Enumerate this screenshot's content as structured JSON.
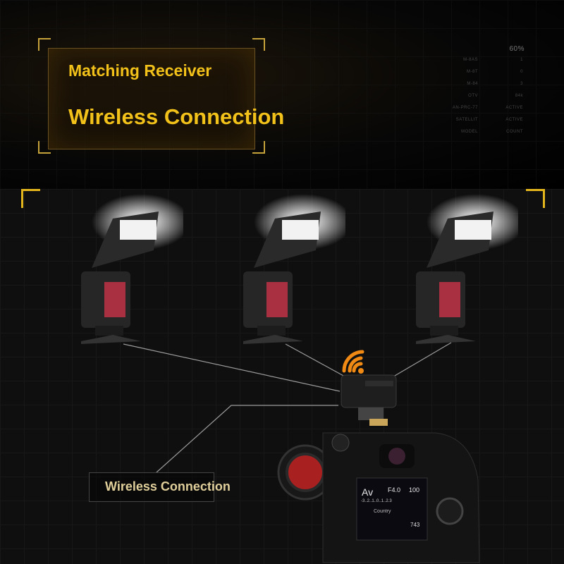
{
  "header": {
    "line1": "Matching Receiver",
    "line2": "Wireless Connection"
  },
  "hud": {
    "percent": "60%",
    "rows": [
      {
        "label": "M-8AS",
        "value": "1"
      },
      {
        "label": "M-8T",
        "value": "0"
      },
      {
        "label": "M-84",
        "value": "3"
      },
      {
        "label": "OTV",
        "value": "84k"
      },
      {
        "label": "AN-PRC-77",
        "value": "ACTIVE"
      },
      {
        "label": "SATELLIT",
        "value": "ACTIVE"
      },
      {
        "label": "MODEL",
        "value": "COUNT"
      }
    ]
  },
  "scene": {
    "caption": "Wireless Connection",
    "camera_screen": {
      "mode": "Av",
      "aperture": "F4.0",
      "iso": "100",
      "scale": "-3..2..1..0..1..2.3",
      "style": "Country",
      "shots": "743"
    }
  },
  "colors": {
    "accent": "#f2c21a",
    "caption": "#e0cf9a"
  }
}
